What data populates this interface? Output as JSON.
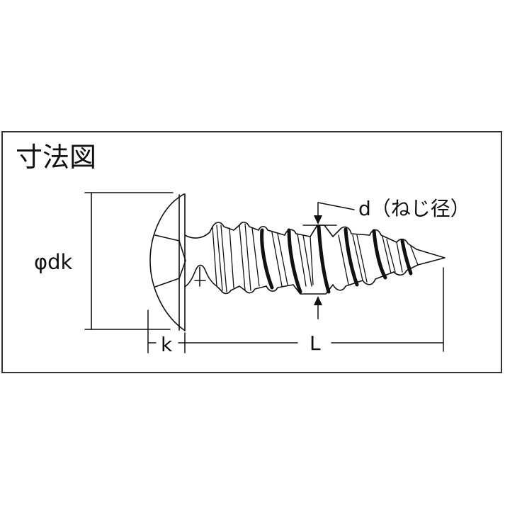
{
  "diagram": {
    "title": "寸法図",
    "subject": "pan-head tapping screw with cross recess (side view)",
    "labels": {
      "head_diameter": "φdk",
      "head_height": "k",
      "length": "L",
      "thread_diameter": "d（ねじ径）"
    },
    "colors": {
      "line": "#111111",
      "frame": "#333333",
      "background": "#ffffff"
    }
  }
}
